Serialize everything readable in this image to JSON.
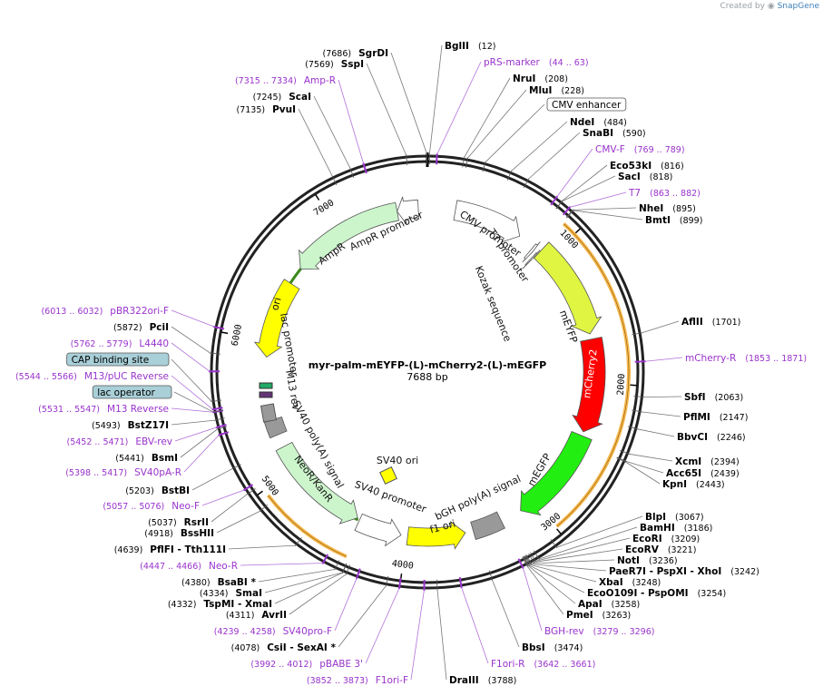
{
  "app": {
    "credit_text": "Created by",
    "credit_brand": "SnapGene"
  },
  "plasmid": {
    "name": "myr-palm-mEYFP-(L)-mCherry2-(L)-mEGFP",
    "size_label": "7688 bp",
    "length": 7688
  },
  "tick_labels": [
    "1000",
    "2000",
    "3000",
    "4000",
    "5000",
    "6000",
    "7000"
  ],
  "sites": [
    {
      "kind": "enzyme",
      "name": "BglII",
      "pos": "12"
    },
    {
      "kind": "primer",
      "name": "pRS-marker",
      "pos": "44 .. 63"
    },
    {
      "kind": "enzyme",
      "name": "NruI",
      "pos": "208"
    },
    {
      "kind": "enzyme",
      "name": "MluI",
      "pos": "228"
    },
    {
      "kind": "feature",
      "name": "CMV enhancer",
      "pos": ""
    },
    {
      "kind": "enzyme",
      "name": "NdeI",
      "pos": "484"
    },
    {
      "kind": "enzyme",
      "name": "SnaBI",
      "pos": "590"
    },
    {
      "kind": "primer",
      "name": "CMV-F",
      "pos": "769 .. 789"
    },
    {
      "kind": "enzyme",
      "name": "Eco53kI",
      "pos": "816"
    },
    {
      "kind": "enzyme",
      "name": "SacI",
      "pos": "818"
    },
    {
      "kind": "primer",
      "name": "T7",
      "pos": "863 .. 882"
    },
    {
      "kind": "enzyme",
      "name": "NheI",
      "pos": "895"
    },
    {
      "kind": "enzyme",
      "name": "BmtI",
      "pos": "899"
    },
    {
      "kind": "enzyme",
      "name": "AflII",
      "pos": "1701"
    },
    {
      "kind": "primer",
      "name": "mCherry-R",
      "pos": "1853 .. 1871"
    },
    {
      "kind": "enzyme",
      "name": "SbfI",
      "pos": "2063"
    },
    {
      "kind": "enzyme",
      "name": "PflMI",
      "pos": "2147"
    },
    {
      "kind": "enzyme",
      "name": "BbvCI",
      "pos": "2246"
    },
    {
      "kind": "enzyme",
      "name": "XcmI",
      "pos": "2394"
    },
    {
      "kind": "enzyme",
      "name": "Acc65I",
      "pos": "2439"
    },
    {
      "kind": "enzyme",
      "name": "KpnI",
      "pos": "2443"
    },
    {
      "kind": "enzyme",
      "name": "BlpI",
      "pos": "3067"
    },
    {
      "kind": "enzyme",
      "name": "BamHI",
      "pos": "3186"
    },
    {
      "kind": "enzyme",
      "name": "EcoRI",
      "pos": "3209"
    },
    {
      "kind": "enzyme",
      "name": "EcoRV",
      "pos": "3221"
    },
    {
      "kind": "enzyme",
      "name": "NotI",
      "pos": "3236"
    },
    {
      "kind": "enzyme",
      "name": "PaeR7I",
      "name2": "PspXI",
      "name3": "XhoI",
      "pos": "3242"
    },
    {
      "kind": "enzyme",
      "name": "XbaI",
      "pos": "3248"
    },
    {
      "kind": "enzyme",
      "name": "EcoO109I",
      "name2": "PspOMI",
      "pos": "3254"
    },
    {
      "kind": "enzyme",
      "name": "ApaI",
      "pos": "3258"
    },
    {
      "kind": "enzyme",
      "name": "PmeI",
      "pos": "3263"
    },
    {
      "kind": "primer",
      "name": "BGH-rev",
      "pos": "3279 .. 3296"
    },
    {
      "kind": "enzyme",
      "name": "BbsI",
      "pos": "3474"
    },
    {
      "kind": "primer",
      "name": "F1ori-R",
      "pos": "3642 .. 3661"
    },
    {
      "kind": "enzyme",
      "name": "DraIII",
      "pos": "3788"
    },
    {
      "kind": "primer",
      "name": "F1ori-F",
      "pos": "3852 .. 3873"
    },
    {
      "kind": "primer",
      "name": "pBABE 3'",
      "pos": "3992 .. 4012"
    },
    {
      "kind": "enzyme",
      "name": "CsiI",
      "name2": "SexAI",
      "star": "*",
      "pos": "4078"
    },
    {
      "kind": "primer",
      "name": "SV40pro-F",
      "pos": "4239 .. 4258"
    },
    {
      "kind": "enzyme",
      "name": "AvrII",
      "pos": "4311"
    },
    {
      "kind": "enzyme",
      "name": "TspMI",
      "name2": "XmaI",
      "pos": "4332"
    },
    {
      "kind": "enzyme",
      "name": "SmaI",
      "pos": "4334"
    },
    {
      "kind": "enzyme",
      "name": "BsaBI",
      "star": "*",
      "pos": "4380"
    },
    {
      "kind": "primer",
      "name": "Neo-R",
      "pos": "4447 .. 4466"
    },
    {
      "kind": "enzyme",
      "name": "PflFI",
      "name2": "Tth111I",
      "pos": "4639"
    },
    {
      "kind": "enzyme",
      "name": "BssHII",
      "pos": "4918"
    },
    {
      "kind": "enzyme",
      "name": "RsrII",
      "pos": "5037"
    },
    {
      "kind": "primer",
      "name": "Neo-F",
      "pos": "5057 .. 5076"
    },
    {
      "kind": "enzyme",
      "name": "BstBI",
      "pos": "5203"
    },
    {
      "kind": "primer",
      "name": "SV40pA-R",
      "pos": "5398 .. 5417"
    },
    {
      "kind": "enzyme",
      "name": "BsmI",
      "pos": "5441"
    },
    {
      "kind": "primer",
      "name": "EBV-rev",
      "pos": "5452 .. 5471"
    },
    {
      "kind": "enzyme",
      "name": "BstZ17I",
      "pos": "5493"
    },
    {
      "kind": "primer",
      "name": "M13 Reverse",
      "pos": "5531 .. 5547"
    },
    {
      "kind": "feature",
      "name": "lac operator",
      "pos": ""
    },
    {
      "kind": "primer",
      "name": "M13/pUC Reverse",
      "pos": "5544 .. 5566"
    },
    {
      "kind": "feature",
      "name": "CAP binding site",
      "pos": ""
    },
    {
      "kind": "primer",
      "name": "L4440",
      "pos": "5762 .. 5779"
    },
    {
      "kind": "enzyme",
      "name": "PciI",
      "pos": "5872"
    },
    {
      "kind": "primer",
      "name": "pBR322ori-F",
      "pos": "6013 .. 6032"
    },
    {
      "kind": "enzyme",
      "name": "PvuI",
      "pos": "7135"
    },
    {
      "kind": "enzyme",
      "name": "ScaI",
      "pos": "7245"
    },
    {
      "kind": "primer",
      "name": "Amp-R",
      "pos": "7315 .. 7334"
    },
    {
      "kind": "enzyme",
      "name": "SspI",
      "pos": "7569"
    },
    {
      "kind": "enzyme",
      "name": "SgrDI",
      "pos": "7686"
    }
  ],
  "features": [
    {
      "name": "CMV promoter",
      "color": "#ffffff"
    },
    {
      "name": "T7 promoter",
      "color": "#ffffff"
    },
    {
      "name": "Kozak sequence",
      "color": "#ffffff"
    },
    {
      "name": "mEYFP",
      "color": "#dff542"
    },
    {
      "name": "mCherry2",
      "color": "#ff0000"
    },
    {
      "name": "mEGFP",
      "color": "#22ee11"
    },
    {
      "name": "bGH poly(A) signal",
      "color": "#999999"
    },
    {
      "name": "f1 ori",
      "color": "#ffff00"
    },
    {
      "name": "SV40 promoter",
      "color": "#ffffff"
    },
    {
      "name": "SV40 ori",
      "color": "#ffff00"
    },
    {
      "name": "NeoR/KanR",
      "color": "#ccf5cc"
    },
    {
      "name": "SV40 poly(A) signal",
      "color": "#999999"
    },
    {
      "name": "M13 rev",
      "color": "#ffffff"
    },
    {
      "name": "lac promoter",
      "color": "#ffffff"
    },
    {
      "name": "ori",
      "color": "#ffff00"
    },
    {
      "name": "AmpR",
      "color": "#ccf5cc"
    },
    {
      "name": "AmpR promoter",
      "color": "#ffffff"
    }
  ],
  "colors": {
    "enzyme_text": "#000000",
    "primer_text": "#9933cc",
    "feature_box_fill": "#a9cfd8",
    "orf_orange": "#f5a623",
    "orf_green": "#3a8a1a"
  }
}
